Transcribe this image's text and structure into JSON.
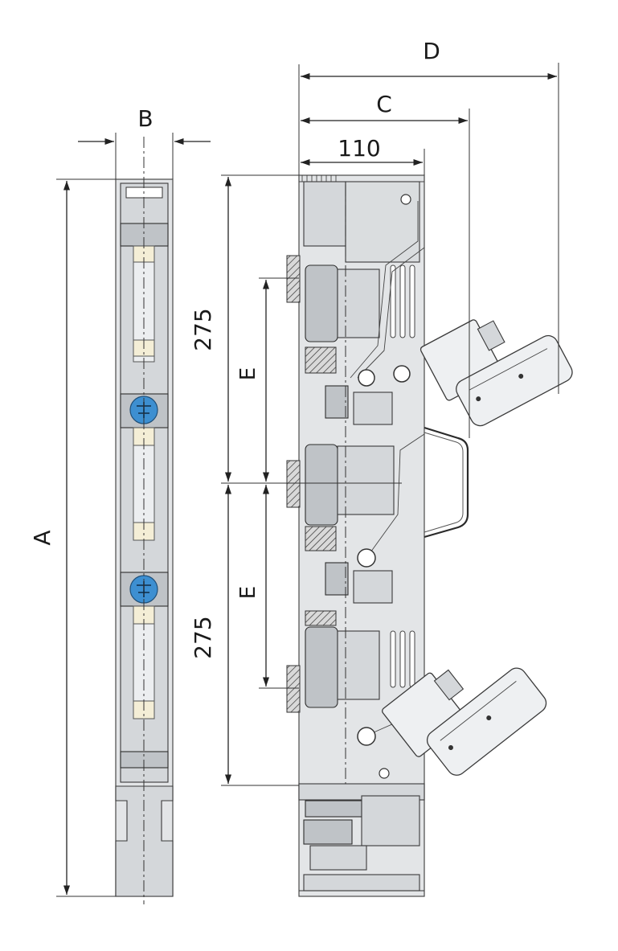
{
  "labels": {
    "A": "A",
    "B": "B",
    "C": "C",
    "D": "D",
    "E1": "E",
    "E2": "E",
    "dim_110": "110",
    "dim_275_top": "275",
    "dim_275_bottom": "275"
  },
  "colors": {
    "body": "#e3e5e7",
    "screw_blue": "#3d8fd1",
    "fuse_cap": "#f4eed6",
    "line": "#222222"
  },
  "icons": {
    "terminal_screw": "blue-terminal-screw-icon"
  }
}
